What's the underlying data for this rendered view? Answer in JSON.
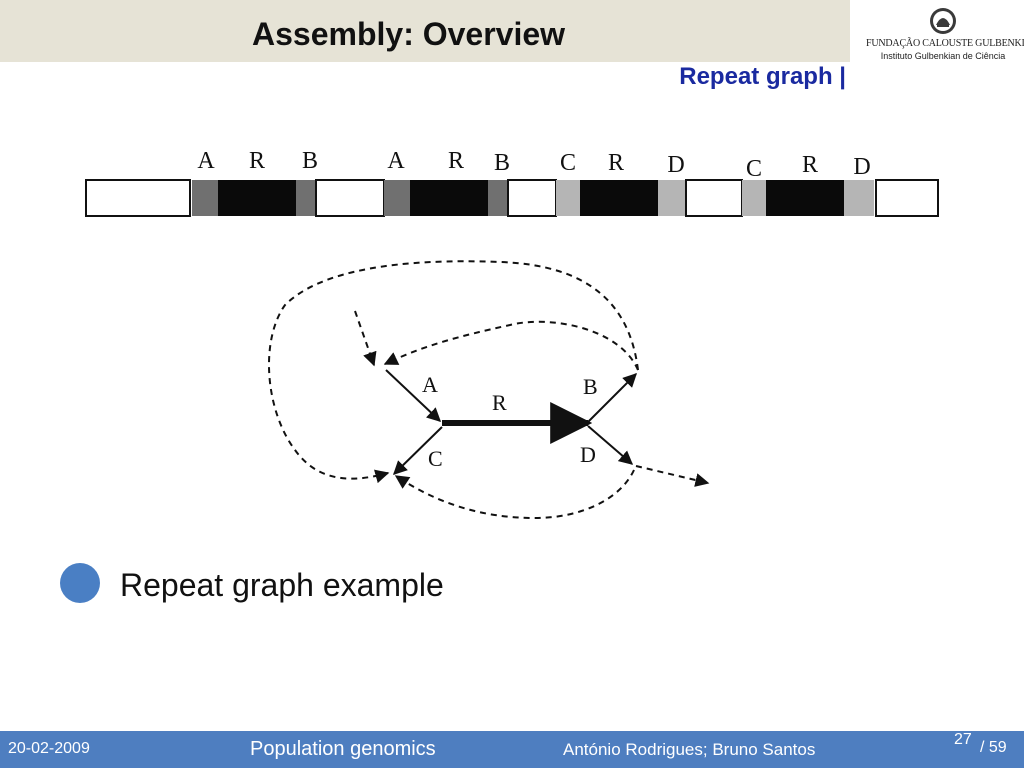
{
  "header": {
    "title": "Assembly: Overview",
    "section": "Repeat graph |",
    "logo": {
      "line1": "FUNDAÇÃO CALOUSTE GULBENKIAN",
      "line2": "Instituto Gulbenkian de Ciência"
    }
  },
  "diagram": {
    "strip_labels": [
      "A",
      "R",
      "B",
      "A",
      "R",
      "B",
      "C",
      "R",
      "D",
      "C",
      "R",
      "D"
    ],
    "graph_labels": {
      "A": "A",
      "R": "R",
      "B": "B",
      "C": "C",
      "D": "D"
    }
  },
  "bullets": [
    {
      "text": "Repeat graph example"
    }
  ],
  "footer": {
    "date": "20-02-2009",
    "course": "Population genomics",
    "authors": "António Rodrigues; Bruno Santos",
    "page": "27",
    "total": "/ 59"
  },
  "colors": {
    "title_band": "#e6e3d6",
    "section_label": "#1a2aa0",
    "bullet": "#4a7fc4",
    "footer": "#4e7ec0"
  }
}
